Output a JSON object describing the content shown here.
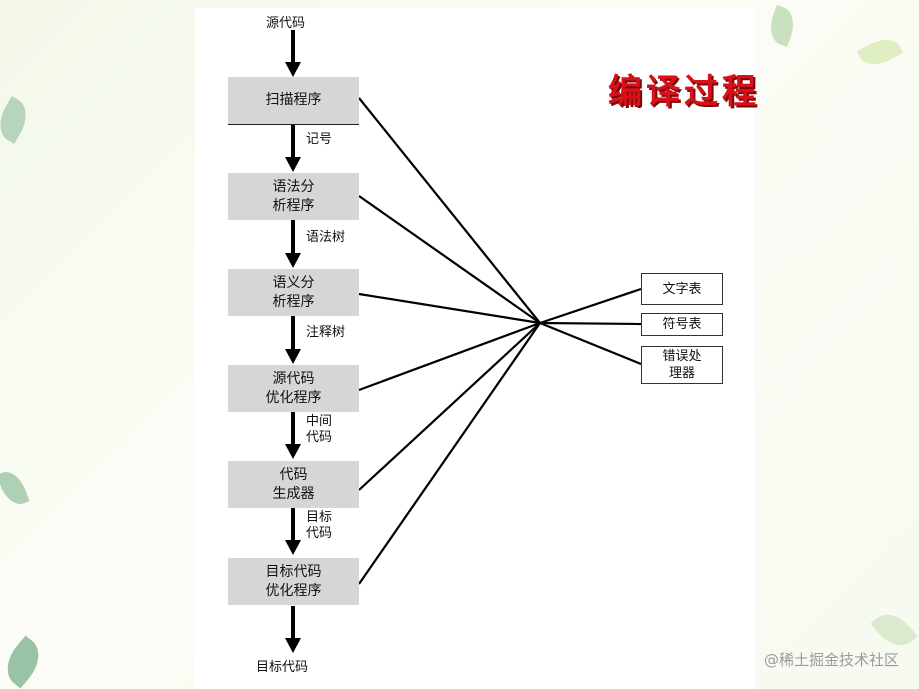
{
  "title": "编译过程",
  "input_label": "源代码",
  "output_label": "目标代码",
  "stages": [
    {
      "line1": "扫描程序",
      "line2": ""
    },
    {
      "line1": "语法分",
      "line2": "析程序"
    },
    {
      "line1": "语义分",
      "line2": "析程序"
    },
    {
      "line1": "源代码",
      "line2": "优化程序"
    },
    {
      "line1": "代码",
      "line2": "生成器"
    },
    {
      "line1": "目标代码",
      "line2": "优化程序"
    }
  ],
  "edge_labels": [
    {
      "line1": "记号",
      "line2": ""
    },
    {
      "line1": "语法树",
      "line2": ""
    },
    {
      "line1": "注释树",
      "line2": ""
    },
    {
      "line1": "中间",
      "line2": "代码"
    },
    {
      "line1": "目标",
      "line2": "代码"
    }
  ],
  "tables": [
    {
      "line1": "文字表",
      "line2": ""
    },
    {
      "line1": "符号表",
      "line2": ""
    },
    {
      "line1": "错误处",
      "line2": "理器"
    }
  ],
  "watermark": "@稀土掘金技术社区",
  "colors": {
    "title": "#d8101a",
    "box_fill": "#d6d6d6",
    "line": "#000000"
  }
}
